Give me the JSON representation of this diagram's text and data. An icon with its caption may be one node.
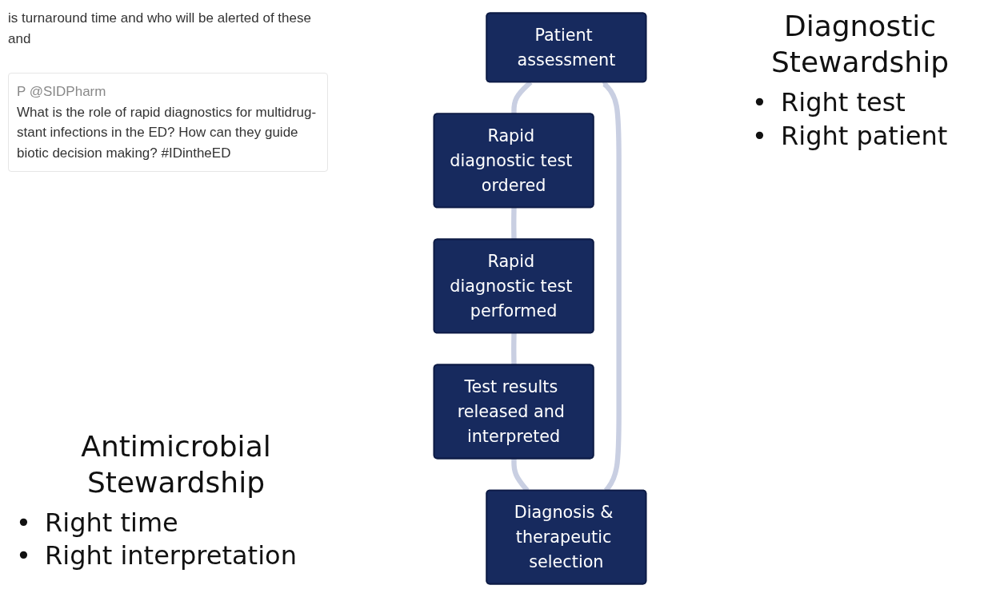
{
  "diagram": {
    "nodes": [
      {
        "text": [
          "Patient assessment"
        ]
      },
      {
        "text": [
          "Rapid diagnostic test ordered"
        ]
      },
      {
        "text": [
          "Rapid diagnostic test performed"
        ]
      },
      {
        "text": [
          "Test results released and interpreted"
        ]
      },
      {
        "text": [
          "Diagnosis & therapeutic selection"
        ]
      }
    ],
    "edges": [
      {
        "from": 0,
        "to": 1,
        "arrow": "none"
      },
      {
        "from": 1,
        "to": 2,
        "arrow": "none"
      },
      {
        "from": 2,
        "to": 3,
        "arrow": "none"
      },
      {
        "from": 3,
        "to": 4,
        "arrow": "none"
      },
      {
        "from": 4,
        "to": 0,
        "arrow": "to"
      }
    ],
    "labels": [
      "is turnaround time and who will be alerted of these and",
      "P @SIDPharm",
      "What is the role of rapid diagnostics for multidrug- stant infections in the ED? How can they guide biotic decision making? #IDintheED",
      "Diagnostic Stewardship",
      "•",
      "Right test",
      "•",
      "Right patient",
      "Antimicrobial Stewardship",
      "•",
      "Right time",
      "•",
      "Right interpretation"
    ]
  }
}
